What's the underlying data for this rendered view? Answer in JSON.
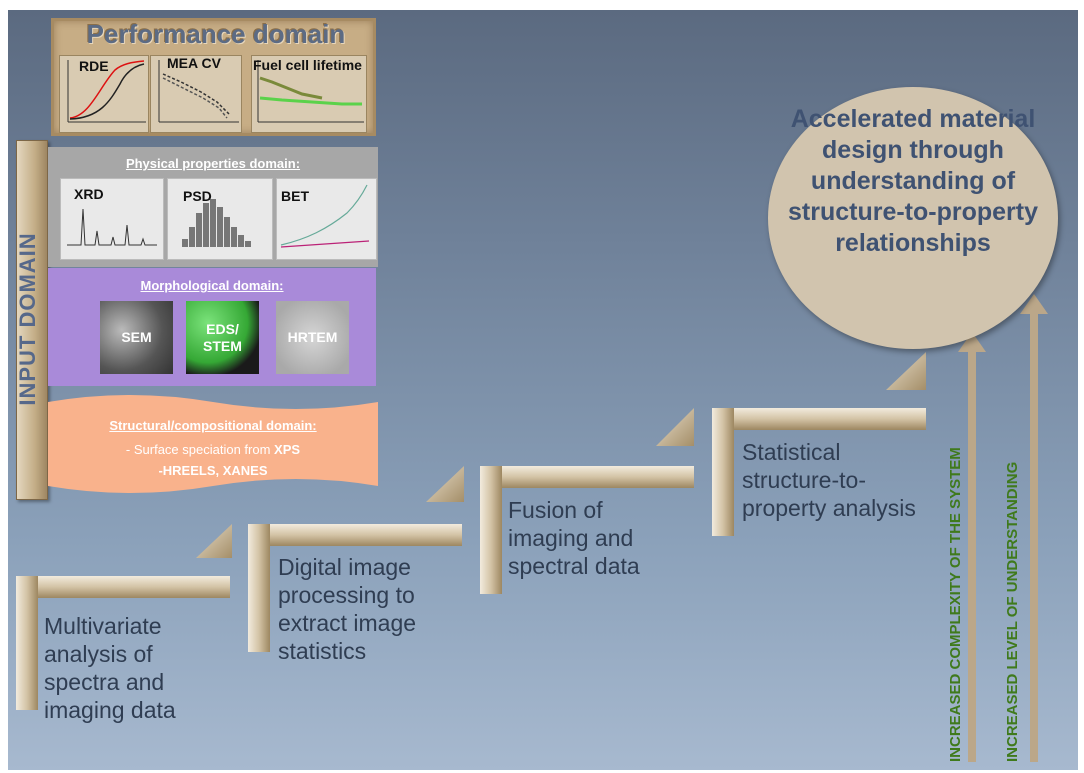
{
  "performance": {
    "title": "Performance domain",
    "plots": [
      "RDE",
      "MEA CV",
      "Fuel cell lifetime"
    ]
  },
  "input_domain": {
    "label": "INPUT DOMAIN"
  },
  "physical": {
    "title": "Physical properties domain:",
    "plots": [
      "XRD",
      "PSD",
      "BET"
    ]
  },
  "morphological": {
    "title": "Morphological  domain:",
    "images": [
      "SEM",
      "EDS/ STEM",
      "HRTEM"
    ]
  },
  "structural": {
    "title": "Structural/compositional domain:",
    "line1_prefix": "- Surface speciation from ",
    "line1_bold": "XPS",
    "line2": "-HREELS, XANES"
  },
  "steps": [
    "Multivariate analysis of spectra and imaging data",
    "Digital image processing to extract image statistics",
    "Fusion of imaging and spectral data",
    "Statistical structure-to-property analysis"
  ],
  "goal": {
    "text": "Accelerated material design through understanding of structure-to-property relationships"
  },
  "arrows": {
    "complexity": "INCREASED COMPLEXITY OF THE SYSTEM",
    "understanding": "INCREASED LEVEL OF UNDERSTANDING"
  }
}
